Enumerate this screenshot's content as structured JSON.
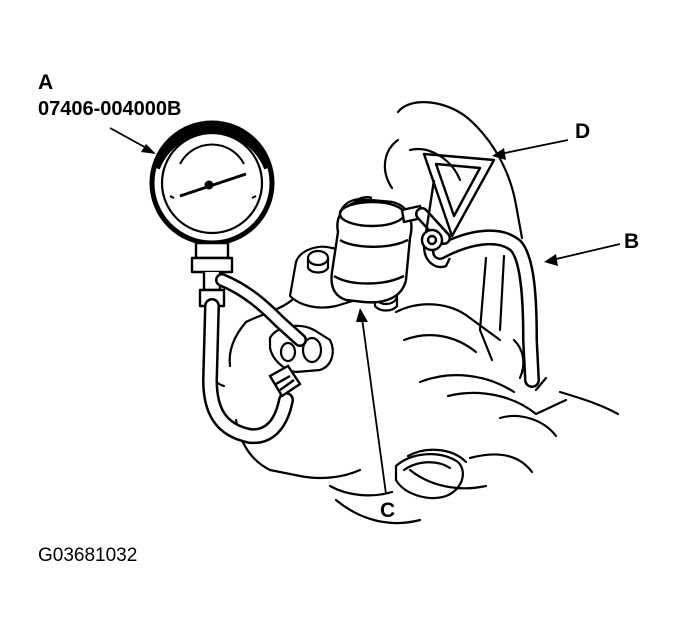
{
  "labels": {
    "a": "A",
    "b": "B",
    "c": "C",
    "d": "D",
    "part_number": "07406-004000B"
  },
  "figure_code": "G03681032"
}
